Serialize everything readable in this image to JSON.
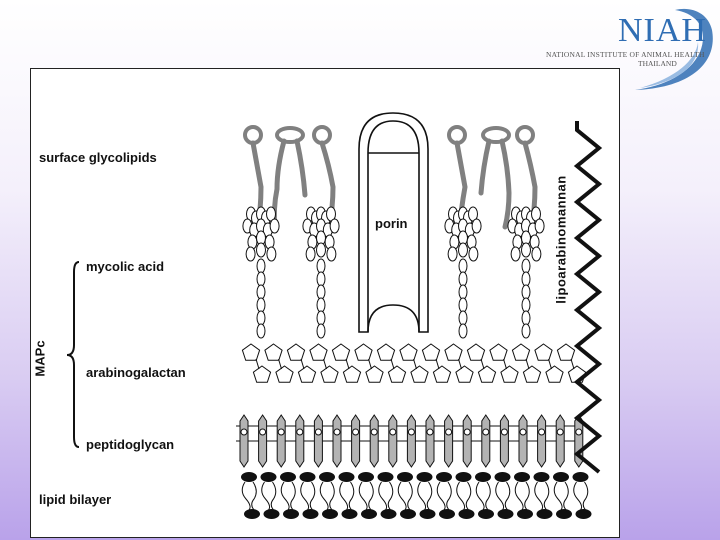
{
  "logo": {
    "name": "NIAH",
    "subtitle_line1": "NATIONAL INSTITUTE OF ANIMAL HEALTH",
    "subtitle_line2": "THAILAND"
  },
  "labels": {
    "surface_glycolipids": "surface glycolipids",
    "mycolic_acid": "mycolic acid",
    "mapc": "MAPc",
    "arabinogalactan": "arabinogalactan",
    "peptidoglycan": "peptidoglycan",
    "lipid_bilayer": "lipid bilayer",
    "porin": "porin",
    "lipoarabinomannan": "lipoarabinomannan"
  },
  "colors": {
    "brand_blue": "#2f6db3",
    "structure_gray": "#808080",
    "ink": "#111111"
  }
}
